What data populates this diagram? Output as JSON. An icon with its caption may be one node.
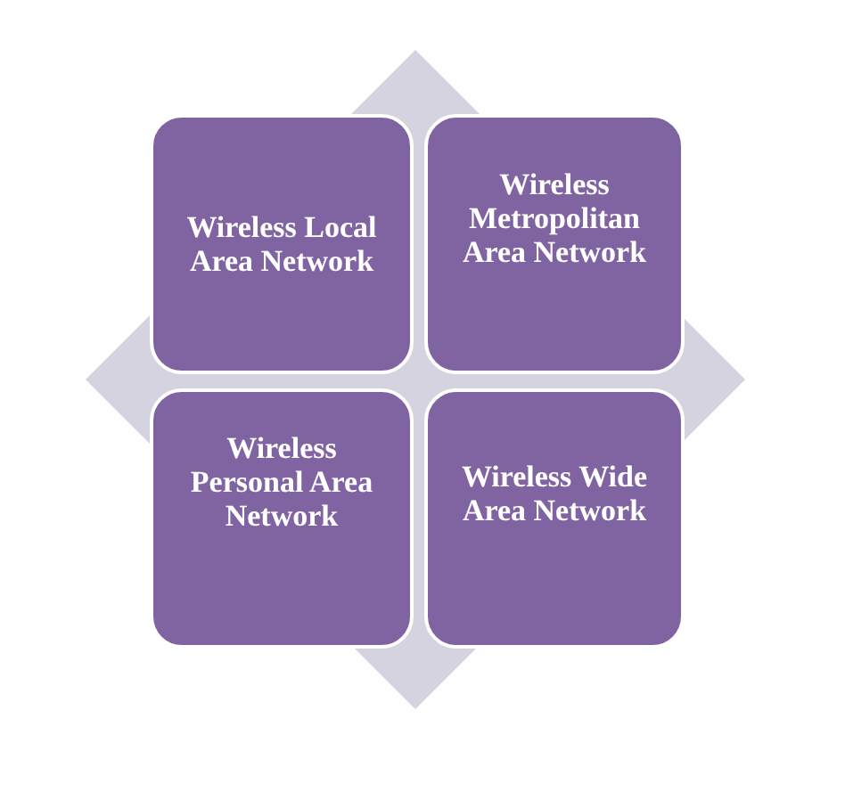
{
  "diagram": {
    "nodes": [
      {
        "text": [
          "Wireless Local Area Network"
        ]
      },
      {
        "text": [
          "Wireless Metropolitan Area Network"
        ]
      },
      {
        "text": [
          "Wireless Personal Area Network"
        ]
      },
      {
        "text": [
          "Wireless Wide Area Network"
        ]
      }
    ]
  }
}
